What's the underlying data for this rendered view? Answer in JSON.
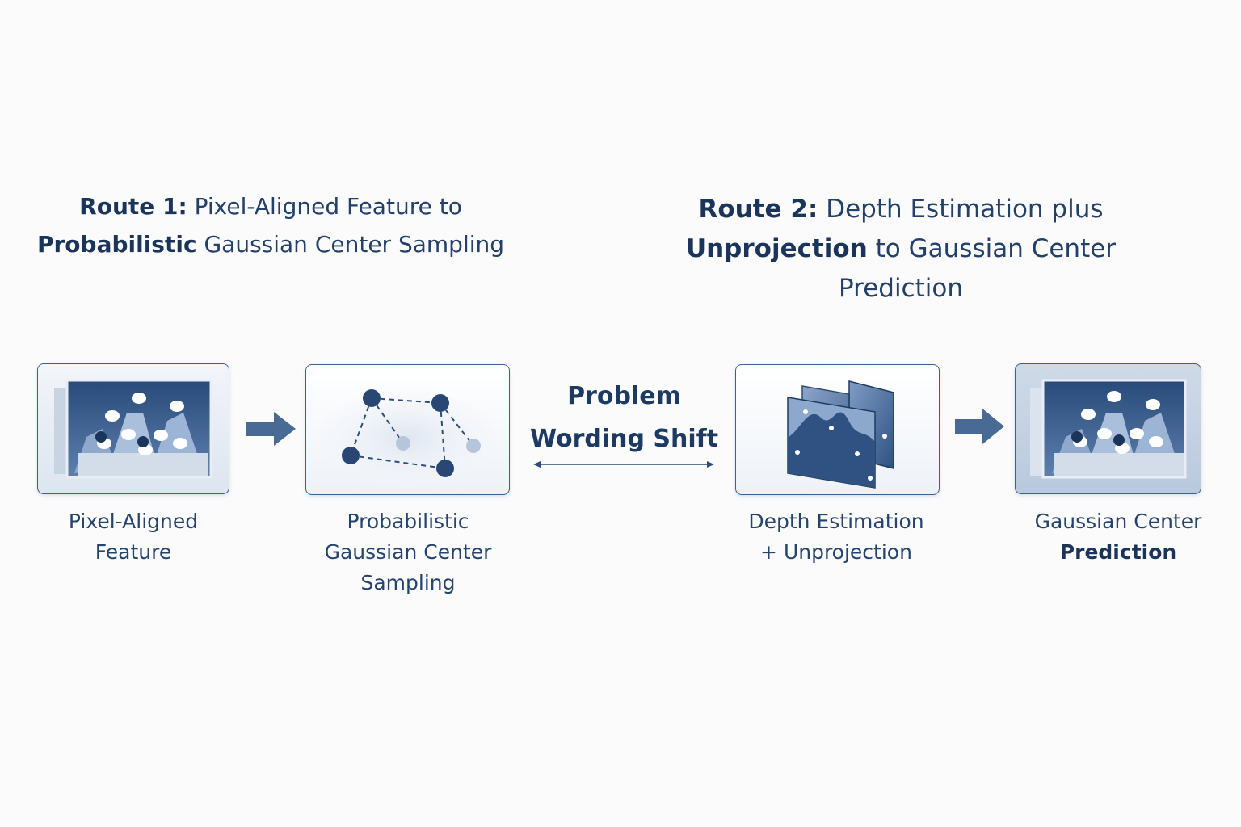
{
  "route1": {
    "bold_a": "Route 1:",
    "text_a": " Pixel-Aligned Feature to",
    "bold_b": "Probabilistic",
    "text_b": " Gaussian Center Sampling"
  },
  "route2": {
    "bold_a": "Route 2:",
    "text_a": " Depth Estimation plus",
    "bold_b": "Unprojection",
    "text_b": " to Gaussian Center Prediction"
  },
  "nodes": {
    "pixel": {
      "line1": "Pixel-Aligned",
      "line2": "Feature"
    },
    "prob": {
      "line1": "Probabilistic",
      "line2": "Gaussian Center",
      "line3": "Sampling"
    },
    "depth": {
      "line1": "Depth Estimation",
      "line2": "+ Unprojection"
    },
    "gauss": {
      "line1": "Gaussian Center",
      "line2": "Prediction"
    }
  },
  "shift": {
    "line1": "Problem",
    "line2": "Wording Shift"
  },
  "colors": {
    "primary": "#1f3a5f",
    "accent": "#3d5f8c",
    "arrow": "#4a6a96",
    "background": "#fbfbfc"
  },
  "icons": [
    "scene-render-icon",
    "gaussian-graph-icon",
    "depth-layers-icon",
    "arrow-right-icon",
    "double-arrow-icon"
  ]
}
